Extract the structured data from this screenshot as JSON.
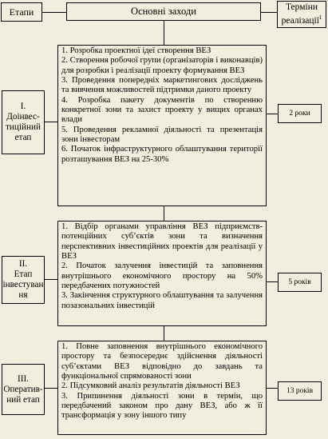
{
  "header": {
    "stages": "Етапи",
    "main_measures": "Основні заходи",
    "terms": "Терміни реалізації",
    "terms_note": "1"
  },
  "stages": [
    {
      "label": "I.\nДоінвес-\nтиційний\nетап",
      "items": [
        "1.   Розробка проектної ідеї створення ВЕЗ",
        "2.  Створення робочої групи (організаторів і виконавців) для розробки і реалізації проекту формування ВЕЗ",
        "3.  Проведення попередніх маркетингових досліджень та вивчення можливостей підтримки даного проекту",
        "4.  Розробка пакету документів по створенню конкретної зони та захист проекту у вищих органах влади",
        "5.  Проведення рекламної діяльності та презентація зони інвесторам",
        "6.  Початок інфраструктурного облаштування території розташування ВЕЗ на 25-30%"
      ],
      "term": "2 роки"
    },
    {
      "label": "II.\nЕтап\nінвестуван\nня",
      "items": [
        "1. Відбір органами управління ВЕЗ підприємств-потенційних суб’єктів зони та визначення перспективних інвестиційних проектів для реалізації у ВЕЗ",
        "2. Початок залучення інвестицій та заповнення внутрішнього економічного простору на 50% передбачених потужностей",
        "3. Закінчення структурного облаштування та залучення позазональних інвестицій"
      ],
      "term": "5 років"
    },
    {
      "label": "III.\nОператив-\nний етап",
      "items": [
        "1. Повне заповнення внутрішнього економічного простору та безпосереднє здійснення діяльності суб’єктами ВЕЗ відповідно до завдань та функціональної спрямованості зони",
        "2. Підсумковий аналіз результатів діяльності ВЕЗ",
        "3. Припинення діяльності зони в термін, що передбачений законом про дану ВЕЗ, або ж її трансформація у зону іншого типу"
      ],
      "term": "13 років"
    }
  ]
}
